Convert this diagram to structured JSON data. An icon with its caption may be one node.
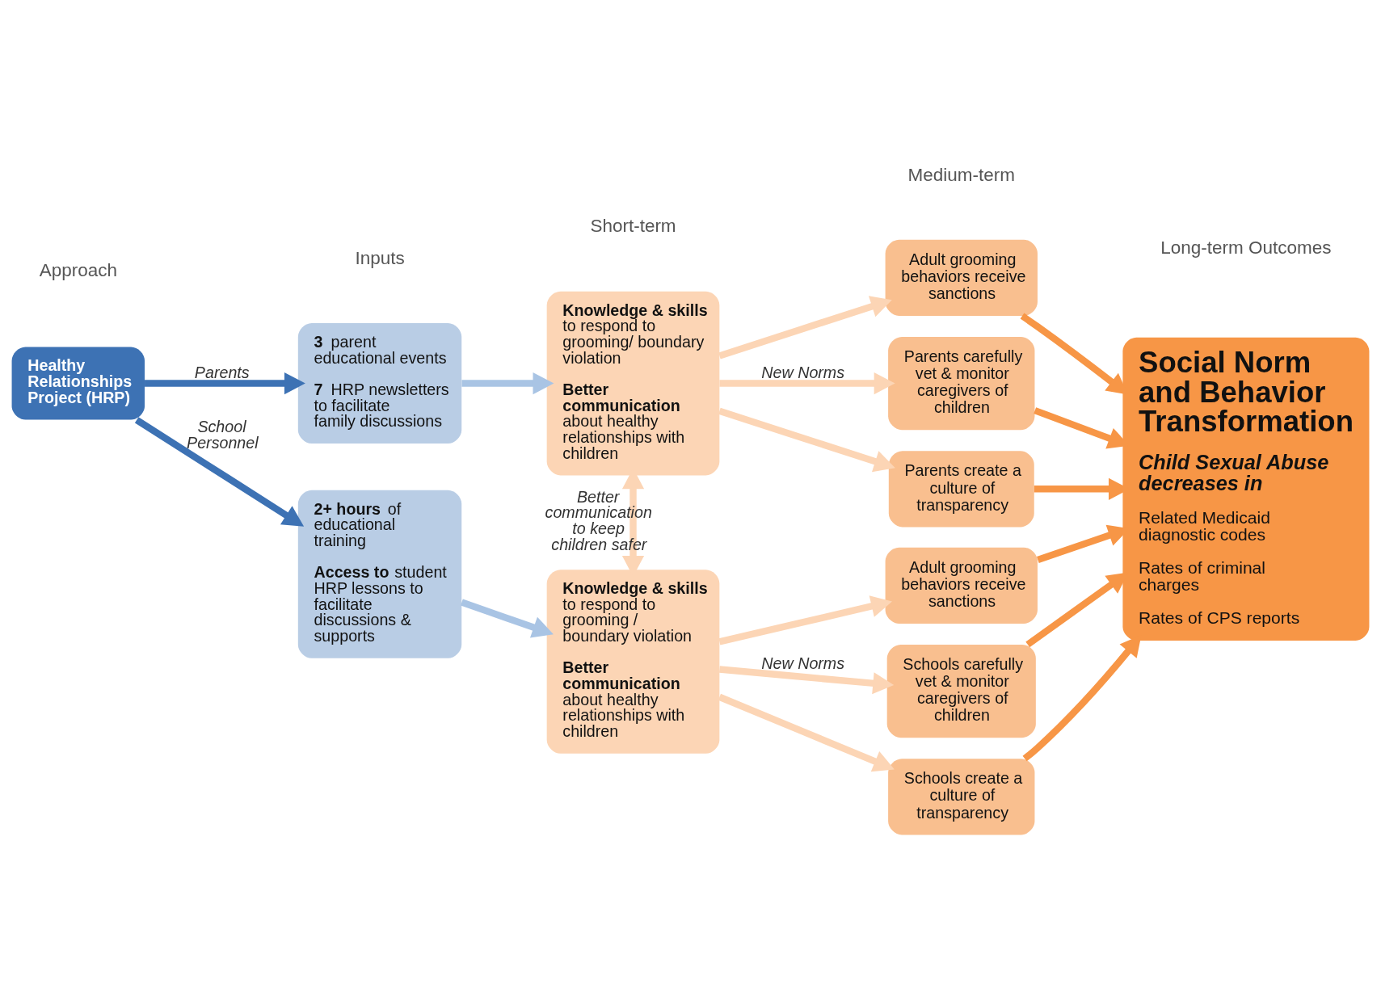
{
  "diagram": {
    "nodes": [
      {
        "text": [
          "Healthy Relationships Project (HRP)"
        ]
      },
      {
        "text": [
          "**3** parent educational events",
          "**7** HRP newsletters to facilitate family discussions"
        ]
      },
      {
        "text": [
          "**Knowledge & skills** to respond to grooming/ boundary violation",
          "**Better communication** about healthy relationships with children"
        ]
      },
      {
        "text": [
          "Adult grooming behaviors receive sanctions"
        ]
      },
      {
        "text": [
          "Parents carefully vet & monitor caregivers of children"
        ]
      },
      {
        "text": [
          "Parents create a culture of transparency"
        ]
      },
      {
        "text": [
          "**2+ hours** of educational training",
          "**Access to** student HRP lessons to facilitate discussions & supports"
        ]
      },
      {
        "text": [
          "**Knowledge & skills** to respond to grooming / boundary violation",
          "**Better communication** about healthy relationships with children"
        ]
      },
      {
        "text": [
          "Adult grooming behaviors receive sanctions"
        ]
      },
      {
        "text": [
          "Schools carefully vet & monitor caregivers of children"
        ]
      },
      {
        "text": [
          "Schools create a culture of transparency"
        ]
      },
      {
        "text": [
          "Social Norm and Behavior Transformation",
          "Child Sexual Abuse decreases in",
          "Related Medicaid diagnostic codes",
          "Rates of criminal charges",
          "Rates of CPS reports"
        ]
      }
    ],
    "edges": [
      {
        "from": 0,
        "to": 1,
        "arrow": "to",
        "label": "Parents",
        "color": "#3d72b4"
      },
      {
        "from": 0,
        "to": 6,
        "arrow": "to",
        "label": "School Personnel",
        "color": "#3d72b4"
      },
      {
        "from": 1,
        "to": 2,
        "arrow": "to",
        "color": "#a9c4e4"
      },
      {
        "from": 2,
        "to": 3,
        "arrow": "to"
      },
      {
        "from": 2,
        "to": 4,
        "arrow": "to",
        "label": "New Norms"
      },
      {
        "from": 2,
        "to": 5,
        "arrow": "to"
      },
      {
        "from": 2,
        "to": 7,
        "arrow": "both",
        "label": "Better communication to keep children safer"
      },
      {
        "from": 6,
        "to": 7,
        "arrow": "to",
        "color": "#a9c4e4"
      },
      {
        "from": 7,
        "to": 8,
        "arrow": "to"
      },
      {
        "from": 7,
        "to": 9,
        "arrow": "to",
        "label": "New Norms"
      },
      {
        "from": 7,
        "to": 10,
        "arrow": "to"
      },
      {
        "from": 3,
        "to": 11,
        "arrow": "to",
        "color": "#f79646"
      },
      {
        "from": 4,
        "to": 11,
        "arrow": "to",
        "color": "#f79646"
      },
      {
        "from": 5,
        "to": 11,
        "arrow": "to",
        "color": "#f79646"
      },
      {
        "from": 8,
        "to": 11,
        "arrow": "to",
        "color": "#f79646"
      },
      {
        "from": 9,
        "to": 11,
        "arrow": "to",
        "color": "#f79646"
      },
      {
        "from": 10,
        "to": 11,
        "arrow": "to",
        "color": "#f79646"
      }
    ],
    "labels": [
      "Approach",
      "Inputs",
      "Short-term",
      "Medium-term",
      "Long-term Outcomes"
    ]
  }
}
